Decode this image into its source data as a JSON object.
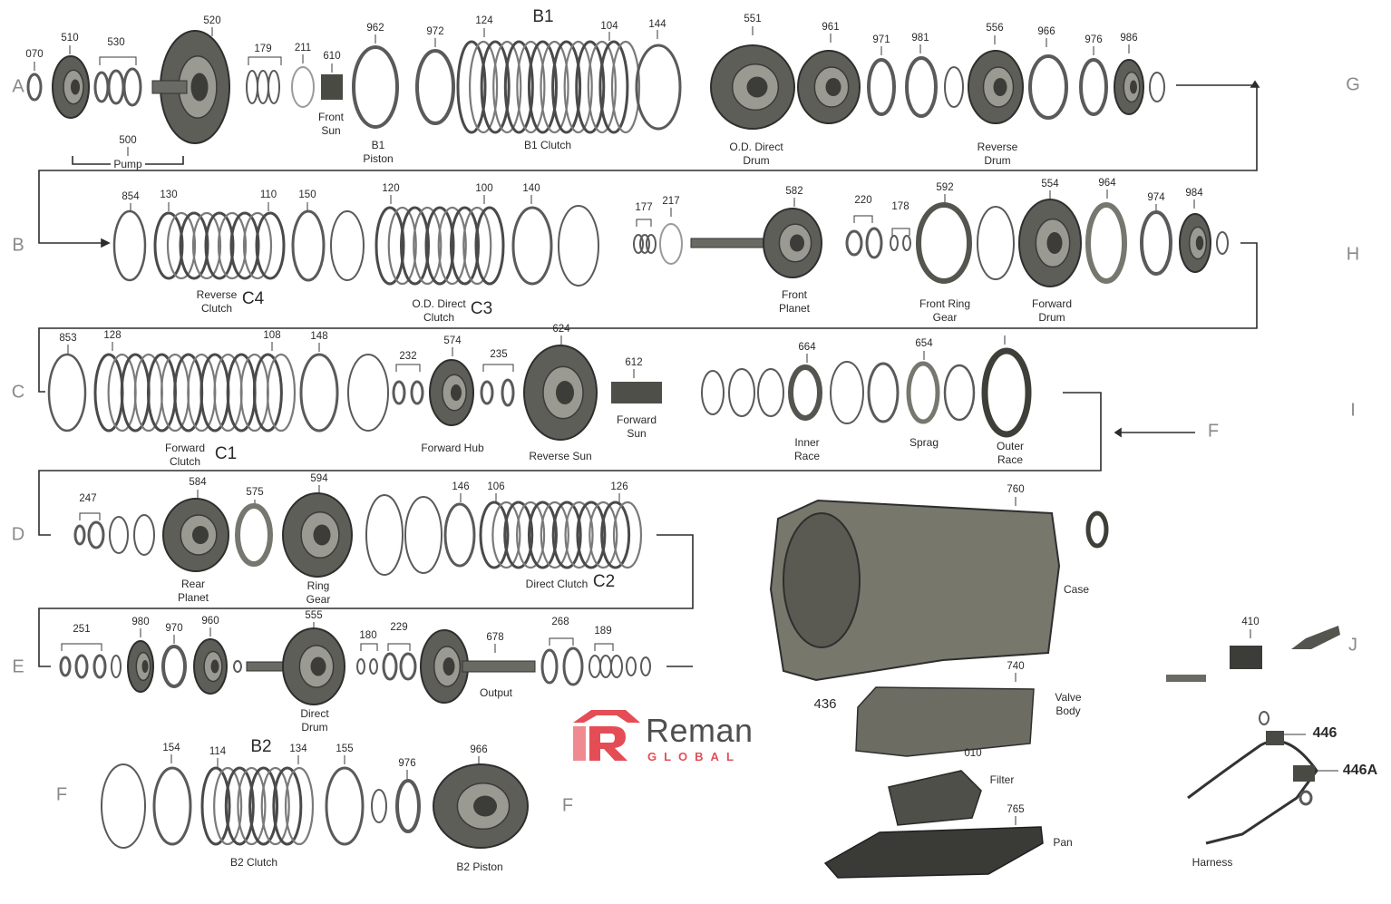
{
  "rows": [
    {
      "id": "A",
      "letter": "A"
    },
    {
      "id": "B",
      "letter": "B"
    },
    {
      "id": "C",
      "letter": "C"
    },
    {
      "id": "D",
      "letter": "D"
    },
    {
      "id": "E",
      "letter": "E"
    },
    {
      "id": "F",
      "letter": "F"
    }
  ],
  "side_letters": [
    "G",
    "H",
    "I",
    "J",
    "F"
  ],
  "part_numbers": {
    "p070": "070",
    "p510": "510",
    "p530": "530",
    "p520": "520",
    "p179": "179",
    "p211": "211",
    "p610": "610",
    "p962": "962",
    "p972": "972",
    "p124": "124",
    "p104": "104",
    "p144": "144",
    "p551": "551",
    "p961": "961",
    "p971": "971",
    "p981": "981",
    "p556": "556",
    "p966a": "966",
    "p976a": "976",
    "p986": "986",
    "p500": "500",
    "p854": "854",
    "p130": "130",
    "p110": "110",
    "p150": "150",
    "p120": "120",
    "p100": "100",
    "p140": "140",
    "p177": "177",
    "p217": "217",
    "p582": "582",
    "p220": "220",
    "p178": "178",
    "p592": "592",
    "p554": "554",
    "p964": "964",
    "p974": "974",
    "p984": "984",
    "p853": "853",
    "p128": "128",
    "p108": "108",
    "p148": "148",
    "p232": "232",
    "p574": "574",
    "p235": "235",
    "p624": "624",
    "p612": "612",
    "p664": "664",
    "p654": "654",
    "p247": "247",
    "p584": "584",
    "p575": "575",
    "p594": "594",
    "p146": "146",
    "p106": "106",
    "p126": "126",
    "p251": "251",
    "p980": "980",
    "p970": "970",
    "p960": "960",
    "p555": "555",
    "p180": "180",
    "p229": "229",
    "p678": "678",
    "p268": "268",
    "p189": "189",
    "p154": "154",
    "p114": "114",
    "p134": "134",
    "p155": "155",
    "p976b": "976",
    "p966b": "966",
    "p760": "760",
    "p436": "436",
    "p740": "740",
    "p010": "010",
    "p765": "765",
    "p410": "410",
    "p446": "446",
    "p446a": "446A"
  },
  "clutch_codes": {
    "b1": "B1",
    "c4": "C4",
    "c3": "C3",
    "c1": "C1",
    "c2": "C2",
    "b2": "B2"
  },
  "labels": {
    "pump": "Pump",
    "front_sun": [
      "Front",
      "Sun"
    ],
    "b1_piston": [
      "B1",
      "Piston"
    ],
    "b1_clutch": "B1 Clutch",
    "od_direct_drum": [
      "O.D. Direct",
      "Drum"
    ],
    "reverse_drum": [
      "Reverse",
      "Drum"
    ],
    "reverse_clutch": [
      "Reverse",
      "Clutch"
    ],
    "od_direct_clutch": [
      "O.D. Direct",
      "Clutch"
    ],
    "front_planet": [
      "Front",
      "Planet"
    ],
    "front_ring_gear": [
      "Front Ring",
      "Gear"
    ],
    "forward_drum": [
      "Forward",
      "Drum"
    ],
    "forward_clutch": [
      "Forward",
      "Clutch"
    ],
    "forward_hub": "Forward Hub",
    "reverse_sun": "Reverse Sun",
    "forward_sun": [
      "Forward",
      "Sun"
    ],
    "inner_race": [
      "Inner",
      "Race"
    ],
    "sprag": "Sprag",
    "outer_race": [
      "Outer",
      "Race"
    ],
    "rear_planet": [
      "Rear",
      "Planet"
    ],
    "ring_gear": [
      "Ring",
      "Gear"
    ],
    "direct_clutch": "Direct Clutch",
    "direct_drum": [
      "Direct",
      "Drum"
    ],
    "output": "Output",
    "b2_clutch": "B2 Clutch",
    "b2_piston": "B2 Piston",
    "case": "Case",
    "valve_body": [
      "Valve",
      "Body"
    ],
    "filter": "Filter",
    "pan": "Pan",
    "harness": "Harness"
  },
  "logo": {
    "word": "Reman",
    "sub": "GLOBAL",
    "brand_color": "#e54d56"
  },
  "colors": {
    "line": "#2d2d2d",
    "ring": "#5a5a5a",
    "plate": "#4a4a4a",
    "part_fill": "#6e6e66",
    "letter": "#8a8a8a"
  }
}
